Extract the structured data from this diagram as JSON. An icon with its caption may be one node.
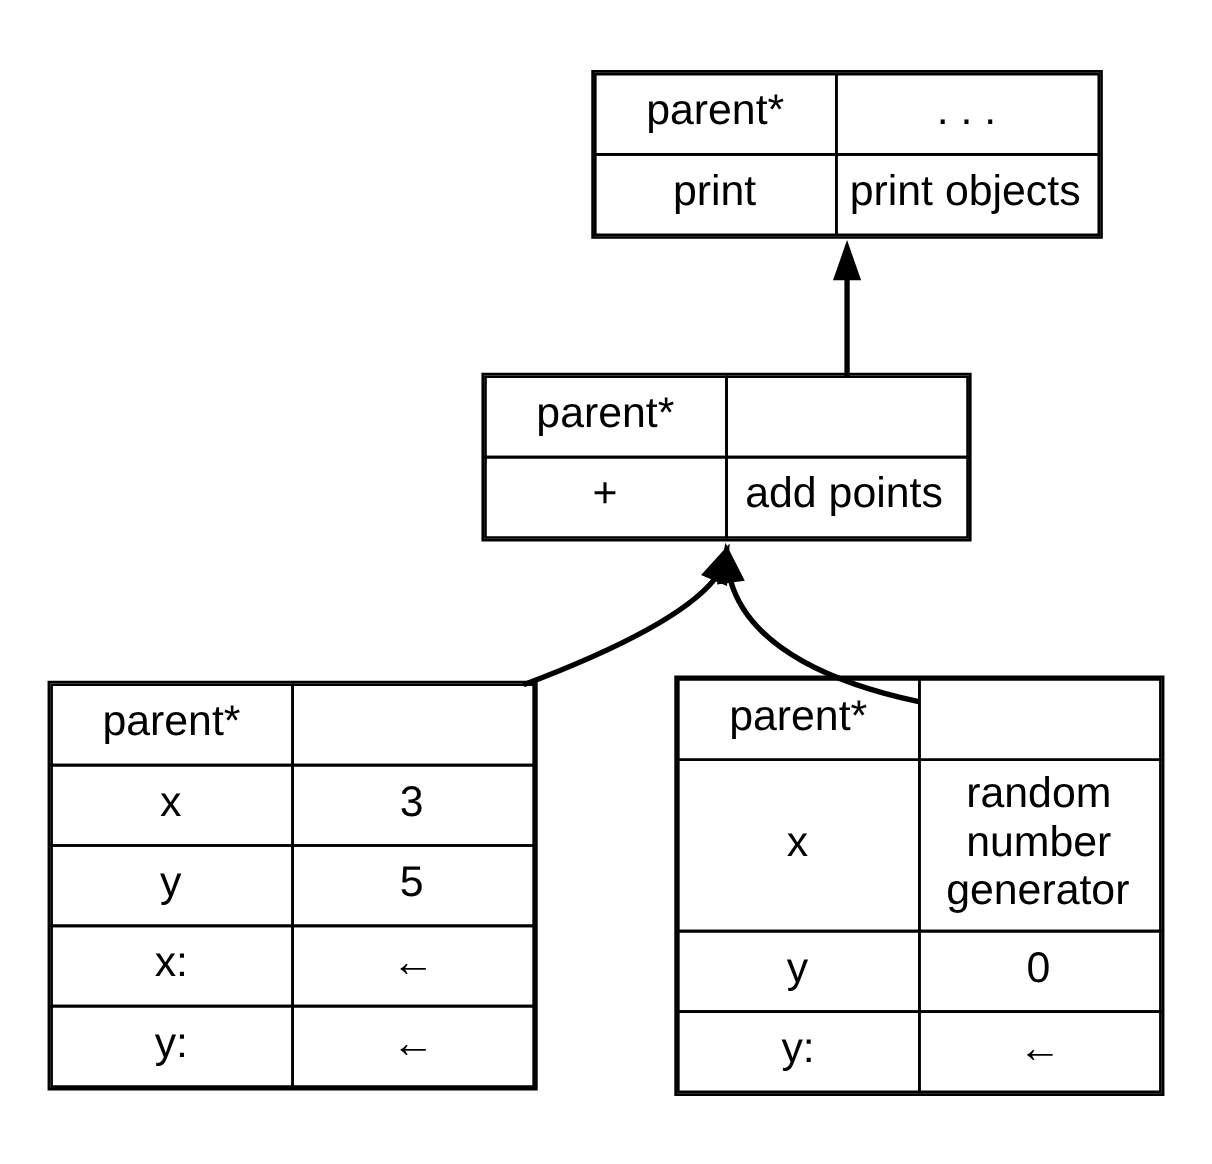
{
  "diagram": {
    "nodes": [
      {
        "text": [
          "parent*",
          ". . .",
          "print",
          "print objects"
        ]
      },
      {
        "text": [
          "parent*",
          "+",
          "add points"
        ]
      },
      {
        "text": [
          "parent*",
          "x",
          "3",
          "y",
          "5",
          "x:",
          "←",
          "y:",
          "←"
        ]
      },
      {
        "text": [
          "parent*",
          "x",
          "random number generator",
          "y",
          "0",
          "y:",
          "←"
        ]
      }
    ],
    "edges": [
      {
        "from": 1,
        "to": 0,
        "arrow": "to"
      },
      {
        "from": 2,
        "to": 1,
        "arrow": "to"
      },
      {
        "from": 3,
        "to": 1,
        "arrow": "to"
      }
    ]
  }
}
